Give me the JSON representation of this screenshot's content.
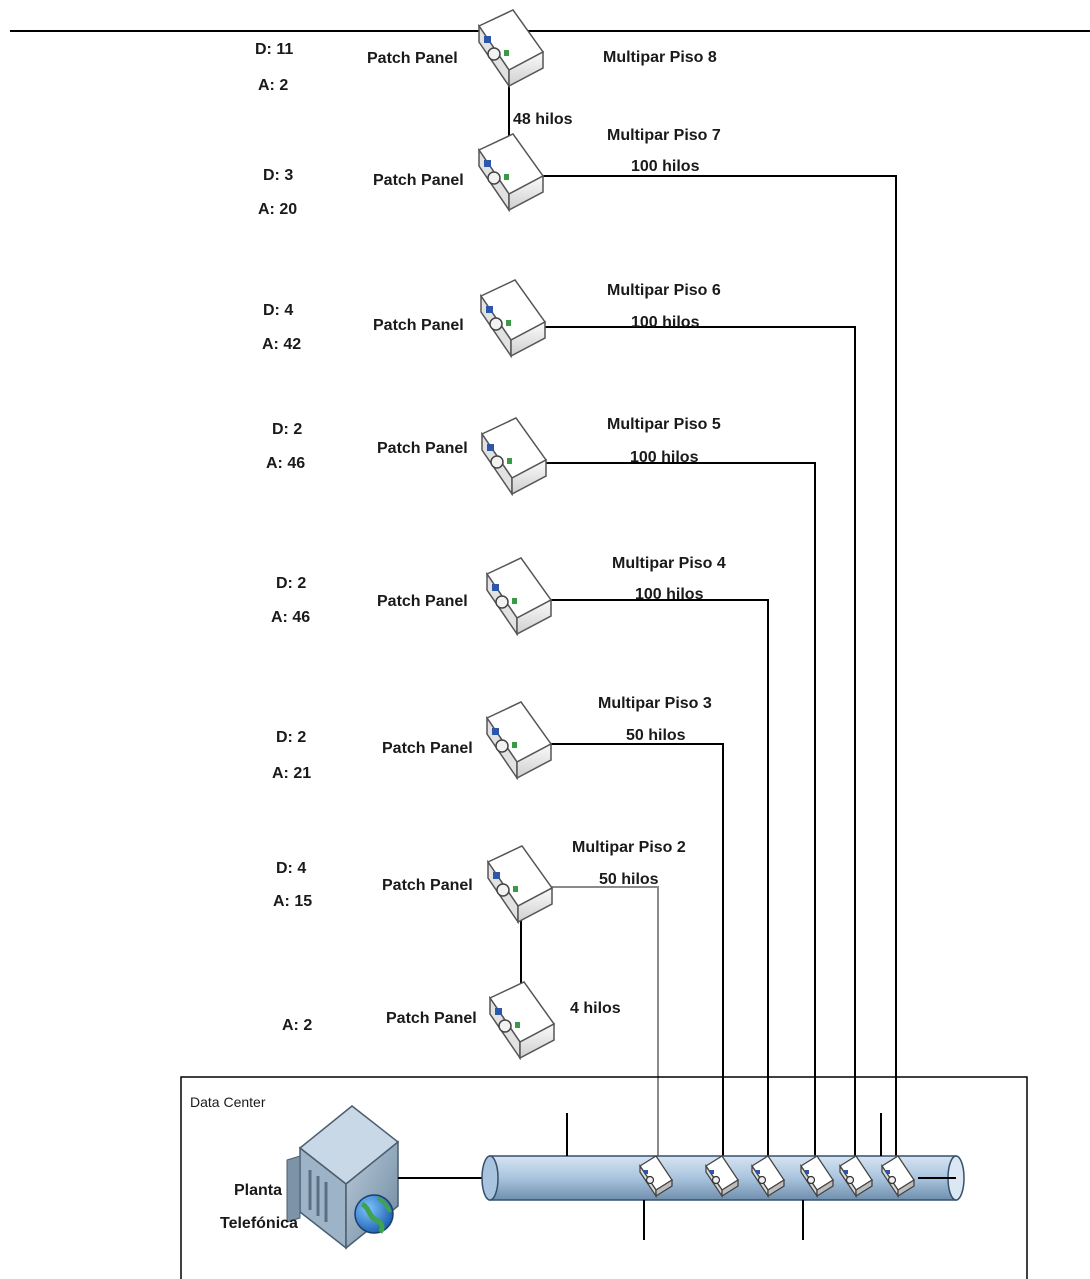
{
  "floors": [
    {
      "d": "D: 11",
      "a": "A: 2",
      "panel_label": "Patch Panel",
      "multipar": "Multipar Piso 8",
      "hilos": "48 hilos"
    },
    {
      "d": "D: 3",
      "a": "A: 20",
      "panel_label": "Patch Panel",
      "multipar": "Multipar Piso 7",
      "hilos": "100 hilos"
    },
    {
      "d": "D: 4",
      "a": "A: 42",
      "panel_label": "Patch Panel",
      "multipar": "Multipar Piso 6",
      "hilos": "100 hilos"
    },
    {
      "d": "D: 2",
      "a": "A: 46",
      "panel_label": "Patch Panel",
      "multipar": "Multipar Piso 5",
      "hilos": "100 hilos"
    },
    {
      "d": "D: 2",
      "a": "A: 46",
      "panel_label": "Patch Panel",
      "multipar": "Multipar Piso 4",
      "hilos": "100 hilos"
    },
    {
      "d": "D: 2",
      "a": "A: 21",
      "panel_label": "Patch Panel",
      "multipar": "Multipar Piso 3",
      "hilos": "50 hilos"
    },
    {
      "d": "D: 4",
      "a": "A: 15",
      "panel_label": "Patch Panel",
      "multipar": "Multipar Piso 2",
      "hilos": "50 hilos"
    },
    {
      "d": "",
      "a": "A: 2",
      "panel_label": "Patch Panel",
      "multipar": "",
      "hilos": "4 hilos"
    }
  ],
  "data_center": {
    "title": "Data Center",
    "pbx_line1": "Planta",
    "pbx_line2": "Telefónica"
  },
  "icons": {
    "patch_panel": "patch-panel-icon",
    "pbx": "pbx-server-icon",
    "globe": "globe-icon",
    "backbone": "backbone-cable-icon",
    "connector": "cable-connector-icon"
  },
  "colors": {
    "wire": "#000000",
    "wire_floor2": "#8a8a8a",
    "backbone_fill": "#a9c4de",
    "backbone_stroke": "#35506d",
    "server_body": "#8fa9bf"
  }
}
